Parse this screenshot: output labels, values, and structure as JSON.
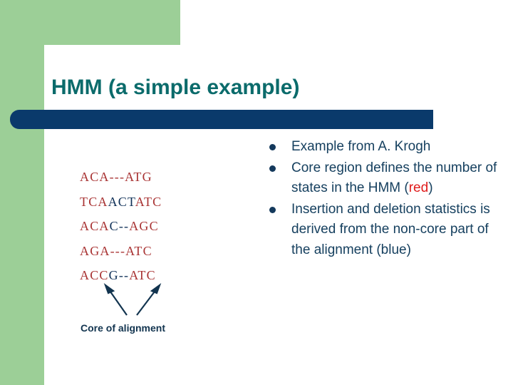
{
  "slide": {
    "title": "HMM (a simple example)",
    "caption": "Core of alignment",
    "colors": {
      "green_panel": "#9ccf97",
      "navy_bar": "#0a3a6b",
      "title_teal": "#0b6b6b",
      "core_red": "#a83232",
      "flank_blue": "#0f3057",
      "body_navy": "#16405f",
      "keyword_red": "#e01b1b"
    }
  },
  "alignment": {
    "rows": [
      {
        "full": "ACA---ATG",
        "segments": [
          {
            "text": "ACA---ATG",
            "color": "core"
          }
        ]
      },
      {
        "full": "TCAACTATC",
        "segments": [
          {
            "text": "TCA",
            "color": "core"
          },
          {
            "text": "ACT",
            "color": "flank"
          },
          {
            "text": "ATC",
            "color": "core"
          }
        ]
      },
      {
        "full": "ACAC--AGC",
        "segments": [
          {
            "text": "ACA",
            "color": "core"
          },
          {
            "text": "C--",
            "color": "flank"
          },
          {
            "text": "AGC",
            "color": "core"
          }
        ]
      },
      {
        "full": "AGA---ATC",
        "segments": [
          {
            "text": "AGA---ATC",
            "color": "core"
          }
        ]
      },
      {
        "full": "ACCG--ATC",
        "segments": [
          {
            "text": "ACC",
            "color": "core"
          },
          {
            "text": "G--",
            "color": "flank"
          },
          {
            "text": "ATC",
            "color": "core"
          }
        ]
      }
    ]
  },
  "bullets": [
    {
      "segments": [
        {
          "text": "Example from A. Krogh",
          "style": "plain"
        }
      ]
    },
    {
      "segments": [
        {
          "text": "Core region defines the number of states in the HMM (",
          "style": "plain"
        },
        {
          "text": "red",
          "style": "red"
        },
        {
          "text": ")",
          "style": "plain"
        }
      ]
    },
    {
      "segments": [
        {
          "text": "Insertion and deletion statistics is derived from the non-core part of the alignment (blue)",
          "style": "plain"
        }
      ]
    }
  ],
  "arrows": {
    "left_arrow_label": "arrow-up-left",
    "right_arrow_label": "arrow-up-right"
  }
}
